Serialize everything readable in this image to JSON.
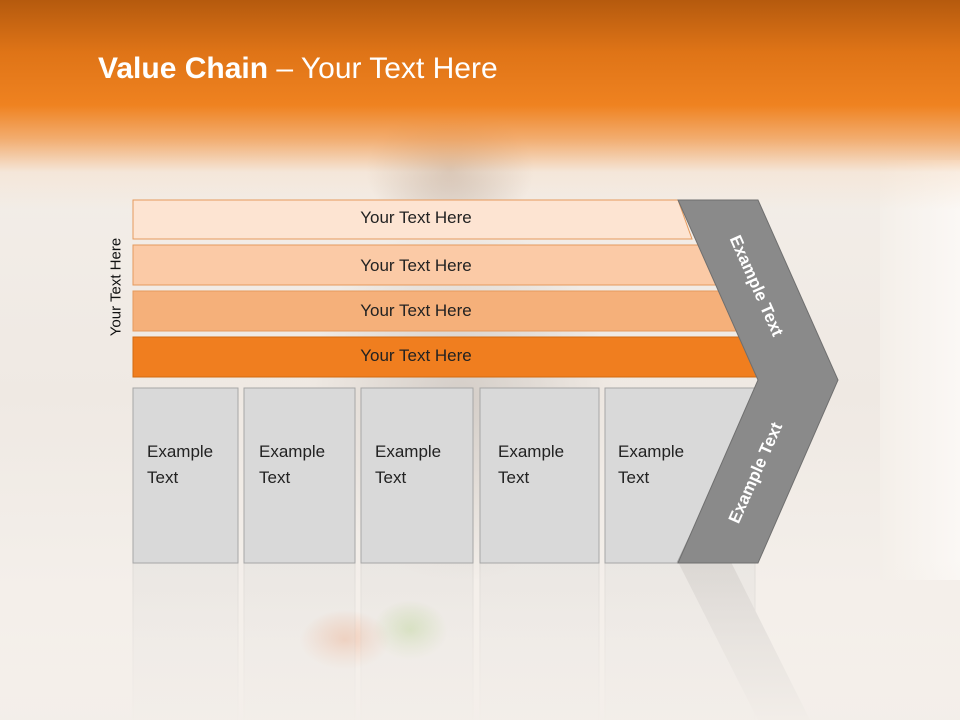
{
  "title": {
    "bold": "Value Chain",
    "rest": " – Your Text Here"
  },
  "side_label": "Your Text Here",
  "bars": [
    {
      "label": "Your Text Here",
      "color": "#fde4d2"
    },
    {
      "label": "Your Text Here",
      "color": "#fbcaa6"
    },
    {
      "label": "Your Text Here",
      "color": "#f5b07a"
    },
    {
      "label": "Your Text Here",
      "color": "#f07e1f"
    }
  ],
  "boxes": [
    {
      "line1": "Example",
      "line2": "Text"
    },
    {
      "line1": "Example",
      "line2": "Text"
    },
    {
      "line1": "Example",
      "line2": "Text"
    },
    {
      "line1": "Example",
      "line2": "Text"
    },
    {
      "line1": "Example",
      "line2": "Text"
    }
  ],
  "chevron": {
    "upper_text": "Example Text",
    "lower_text": "Example Text",
    "color": "#8a8a8a"
  },
  "colors": {
    "header": "#ef8220",
    "box_fill": "#d9d9d9",
    "box_stroke": "#a6a6a6"
  }
}
